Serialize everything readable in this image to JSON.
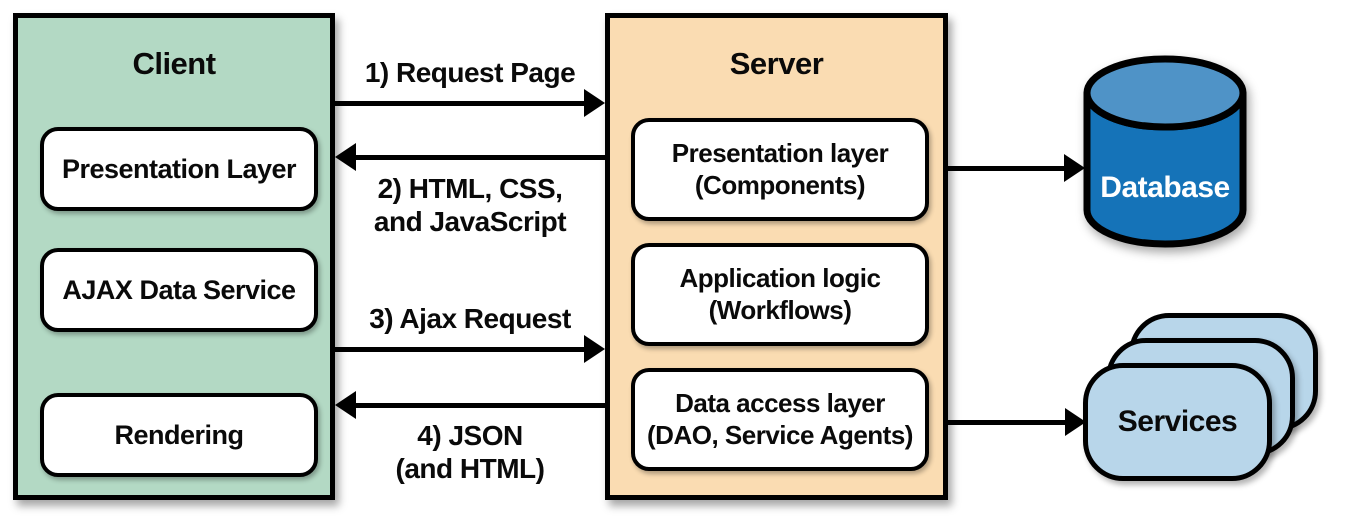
{
  "client": {
    "title": "Client",
    "boxes": [
      {
        "label": "Presentation Layer"
      },
      {
        "label": "AJAX Data Service"
      },
      {
        "label": "Rendering"
      }
    ]
  },
  "server": {
    "title": "Server",
    "boxes": [
      {
        "line1": "Presentation layer",
        "line2": "(Components)"
      },
      {
        "line1": "Application logic",
        "line2": "(Workflows)"
      },
      {
        "line1": "Data access layer",
        "line2": "(DAO, Service Agents)"
      }
    ]
  },
  "flows": {
    "request_page": {
      "label": "1) Request Page",
      "direction": "right"
    },
    "html_css_js": {
      "line1": "2) HTML, CSS,",
      "line2": "and JavaScript",
      "direction": "left"
    },
    "ajax_request": {
      "label": "3) Ajax Request",
      "direction": "right"
    },
    "json_html": {
      "line1": "4) JSON",
      "line2": "(and HTML)",
      "direction": "left"
    },
    "server_to_database": {
      "direction": "right"
    },
    "server_to_services": {
      "direction": "right"
    }
  },
  "database": {
    "label": "Database"
  },
  "services": {
    "label": "Services"
  },
  "colors": {
    "client_fill": "#b3d9c4",
    "server_fill": "#fadcb2",
    "node_fill": "#ffffff",
    "database_body": "#1573b8",
    "database_top": "#4f93c7",
    "services_fill": "#b8d6ea",
    "stroke": "#000000",
    "background": "#ffffff"
  }
}
